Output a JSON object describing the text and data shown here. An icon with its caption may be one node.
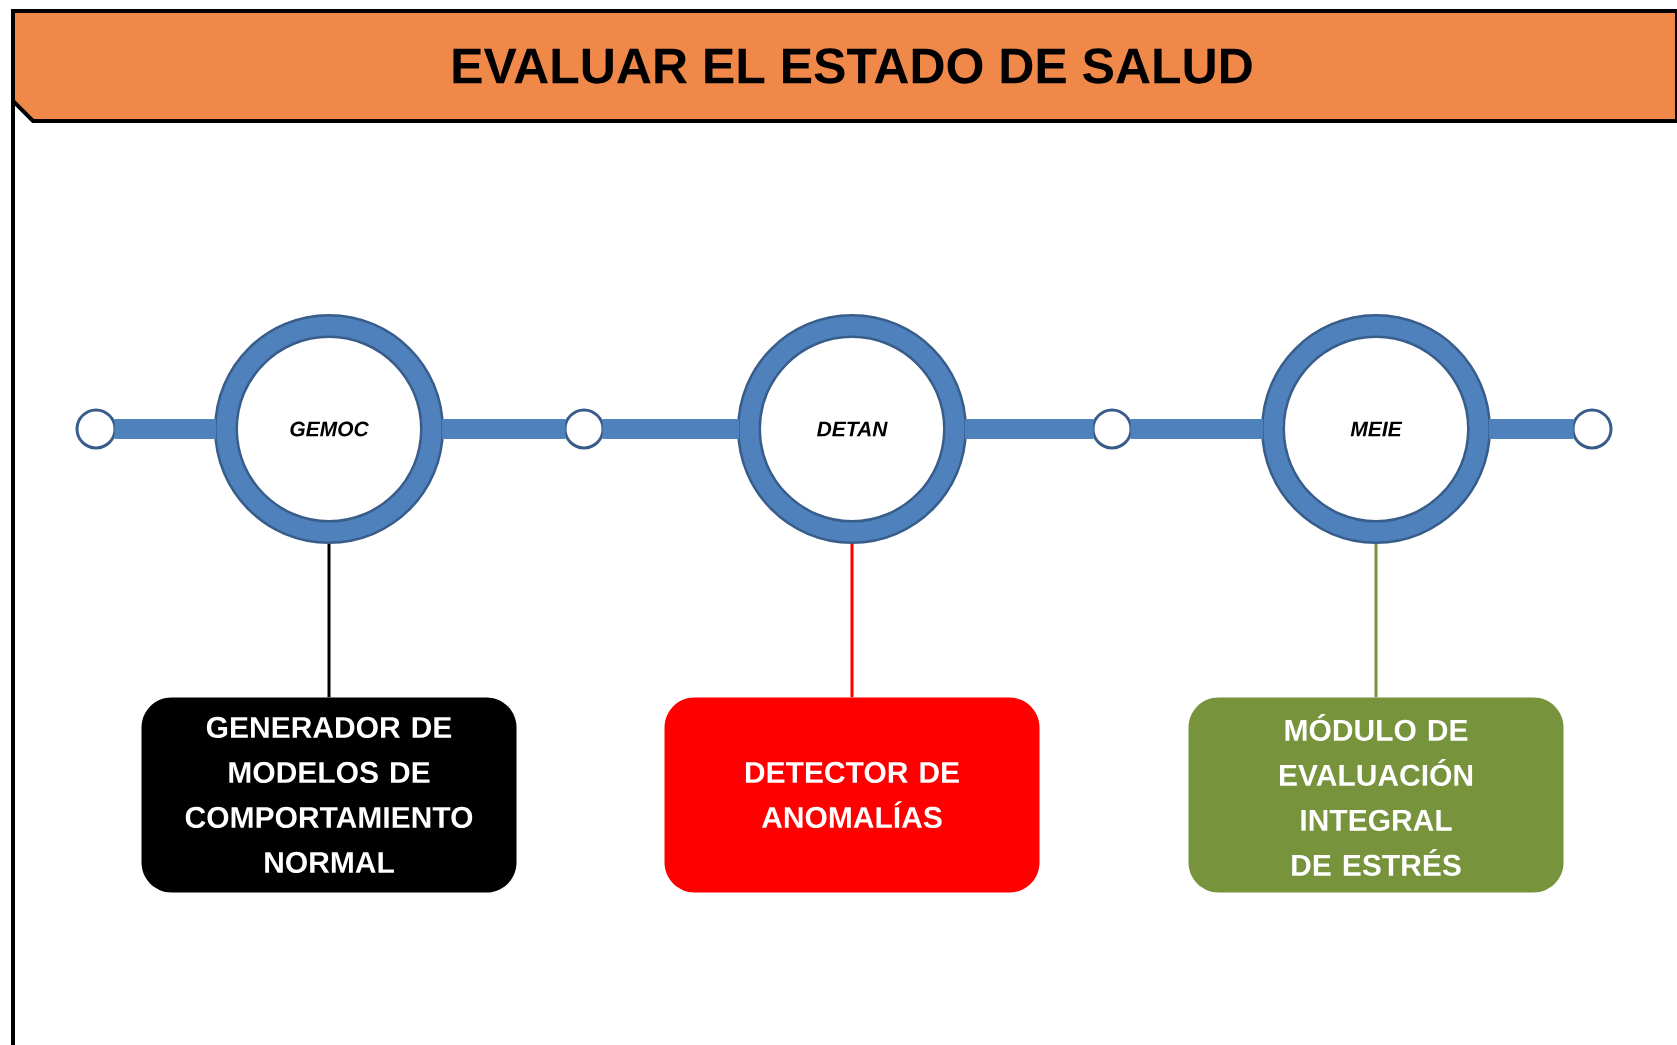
{
  "diagram": {
    "title": "EVALUAR EL ESTADO DE SALUD",
    "nodes": [
      {
        "text": [],
        "shape": "circle"
      },
      {
        "text": [
          "GEMOC"
        ]
      },
      {
        "text": [],
        "shape": "circle"
      },
      {
        "text": [
          "DETAN"
        ]
      },
      {
        "text": [],
        "shape": "circle"
      },
      {
        "text": [
          "MEIE"
        ]
      },
      {
        "text": [],
        "shape": "circle"
      },
      {
        "text": [
          "GENERADOR DE MODELOS DE COMPORTAMIENTO NORMAL"
        ]
      },
      {
        "text": [
          "DETECTOR DE ANOMALÍAS"
        ]
      },
      {
        "text": [
          "MÓDULO DE EVALUACIÓN INTEGRAL DE ESTRÉS"
        ]
      }
    ],
    "edges": [
      {
        "from": 0,
        "to": 1,
        "arrow": "none",
        "color": "#4f81bd"
      },
      {
        "from": 1,
        "to": 2,
        "arrow": "none",
        "color": "#4f81bd"
      },
      {
        "from": 2,
        "to": 3,
        "arrow": "none",
        "color": "#4f81bd"
      },
      {
        "from": 3,
        "to": 4,
        "arrow": "none",
        "color": "#4f81bd"
      },
      {
        "from": 4,
        "to": 5,
        "arrow": "none",
        "color": "#4f81bd"
      },
      {
        "from": 5,
        "to": 6,
        "arrow": "none",
        "color": "#4f81bd"
      },
      {
        "from": 1,
        "to": 7,
        "arrow": "none",
        "color": "#000000"
      },
      {
        "from": 3,
        "to": 8,
        "arrow": "none",
        "color": "#ff0000"
      },
      {
        "from": 5,
        "to": 9,
        "arrow": "none",
        "color": "#77933c"
      }
    ]
  }
}
